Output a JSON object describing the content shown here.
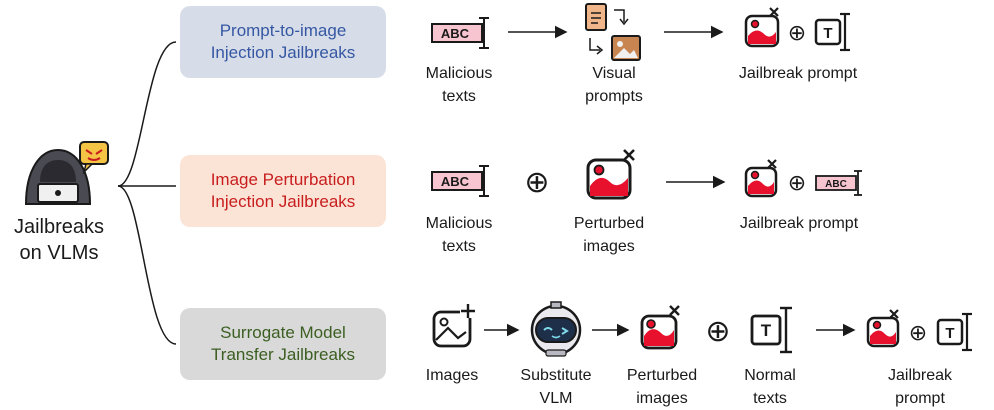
{
  "root": {
    "label": "Jailbreaks\non VLMs"
  },
  "categories": [
    {
      "label": "Prompt-to-image\nInjection Jailbreaks",
      "color": "#3557a3",
      "bg": "#d7dde8"
    },
    {
      "label": "Image Perturbation\nInjection Jailbreaks",
      "color": "#c81e1e",
      "bg": "#fbe3d6"
    },
    {
      "label": "Surrogate Model\nTransfer Jailbreaks",
      "color": "#3b5e21",
      "bg": "#d9d9d9"
    }
  ],
  "row1": {
    "malicious": "Malicious\ntexts",
    "visual": "Visual\nprompts",
    "jailbreak": "Jailbreak prompt"
  },
  "row2": {
    "malicious": "Malicious\ntexts",
    "perturbed": "Perturbed\nimages",
    "jailbreak": "Jailbreak prompt"
  },
  "row3": {
    "images": "Images",
    "substitute": "Substitute\nVLM",
    "perturbed": "Perturbed\nimages",
    "normal": "Normal\ntexts",
    "jailbreak": "Jailbreak prompt"
  },
  "icons": {
    "text_box": "ABC",
    "text_t": "T",
    "combine": "⊕",
    "arrow": "→"
  },
  "colors": {
    "pink": "#f7c5cf",
    "red": "#e8112d",
    "dark": "#1a1a1a",
    "brown": "#c88552"
  }
}
